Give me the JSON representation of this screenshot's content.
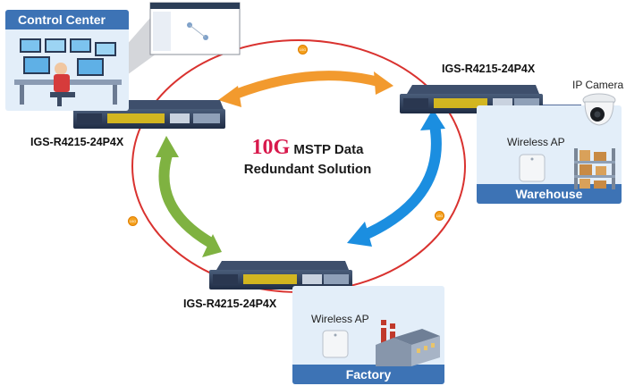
{
  "panels": {
    "control_center": "Control Center",
    "warehouse": "Warehouse",
    "factory": "Factory"
  },
  "switches": {
    "top_left": "IGS-R4215-24P4X",
    "top_right": "IGS-R4215-24P4X",
    "bottom": "IGS-R4215-24P4X"
  },
  "title": {
    "speed": "10G",
    "line1_rest": " MSTP Data",
    "line2": "Redundant Solution"
  },
  "devices": {
    "ip_camera": "IP Camera",
    "wireless_ap_warehouse": "Wireless AP",
    "wireless_ap_factory": "Wireless AP"
  },
  "ring_badge": "10G",
  "colors": {
    "ring": "#d9322f",
    "arrow_orange": "#f29a2e",
    "arrow_green": "#7fb241",
    "arrow_blue": "#1b8ee0",
    "panel_header": "#3d73b5",
    "panel_bg": "#e3eef9",
    "title_accent": "#d8194c"
  }
}
